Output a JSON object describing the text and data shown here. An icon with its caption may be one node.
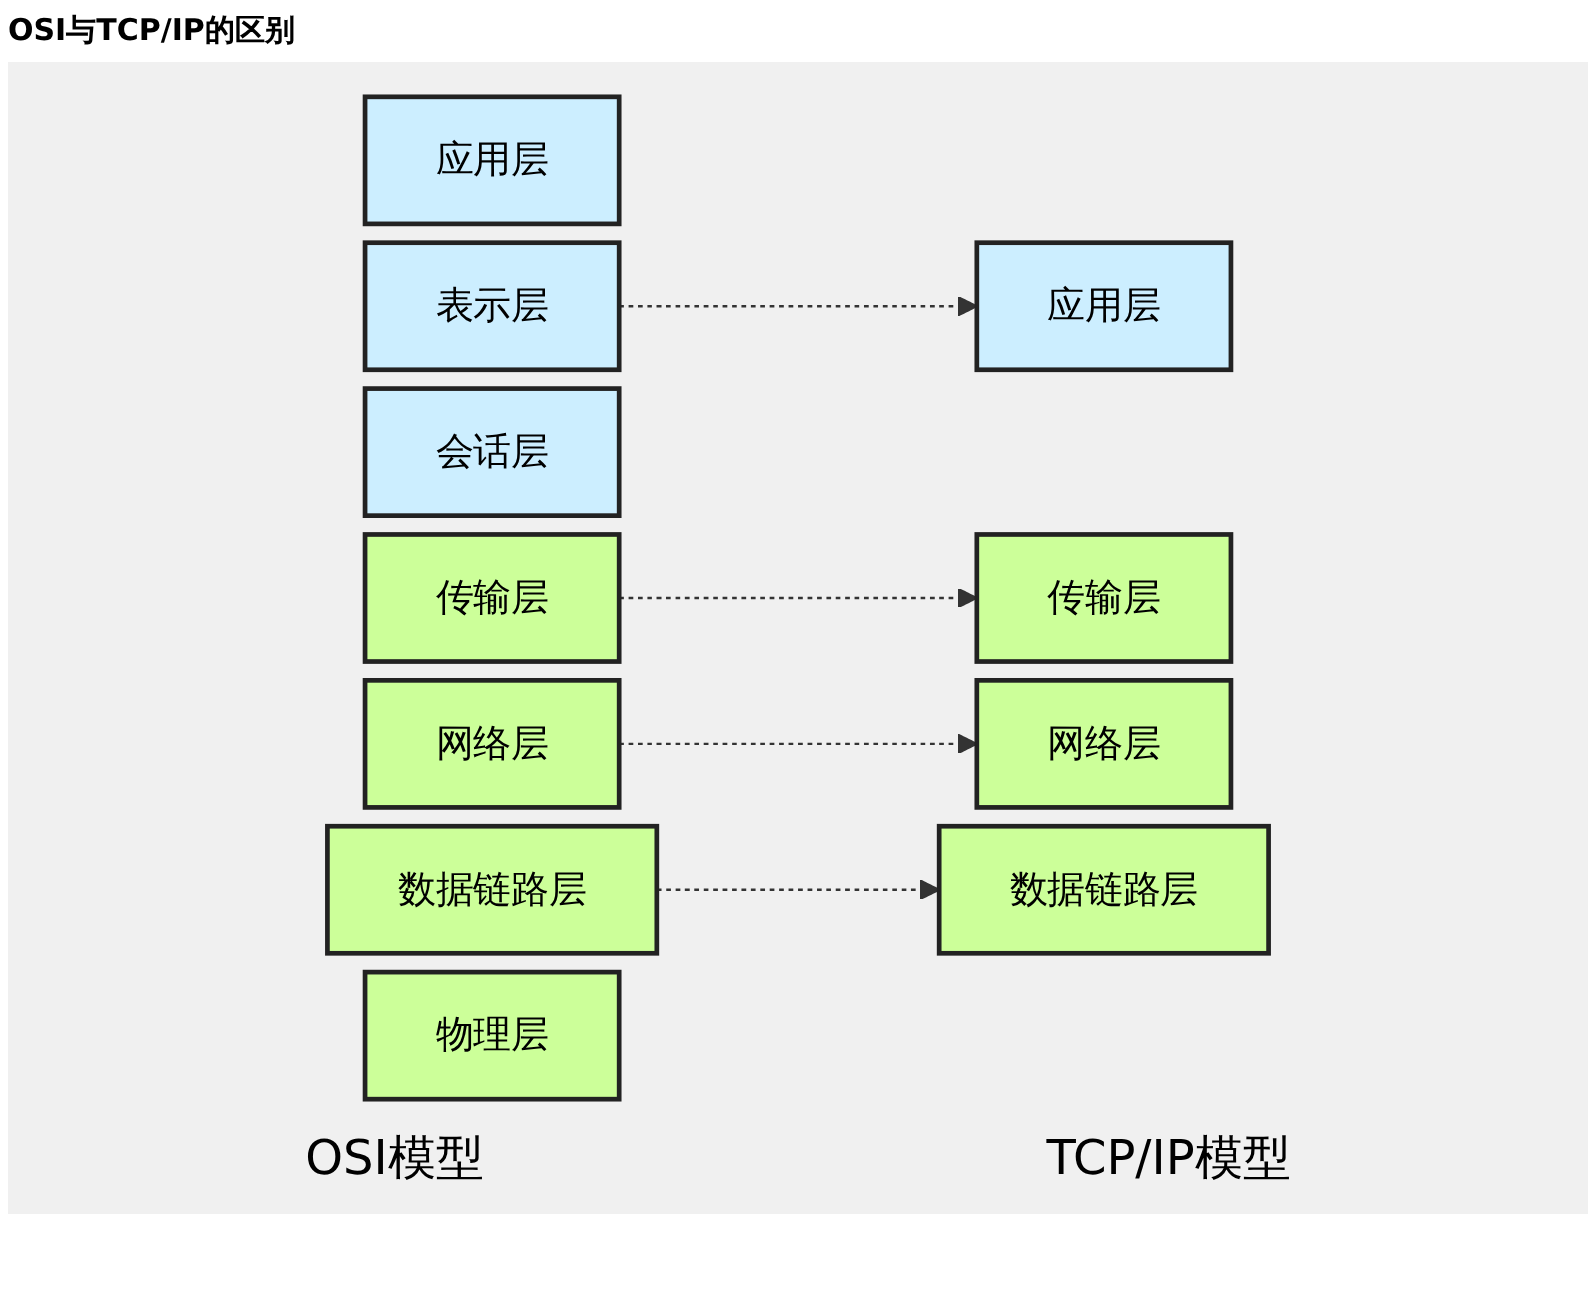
{
  "diagram": {
    "title": "OSI与TCP/IP的区别",
    "nodes": [
      {
        "text": [
          "应用层"
        ]
      },
      {
        "text": [
          "表示层"
        ]
      },
      {
        "text": [
          "会话层"
        ]
      },
      {
        "text": [
          "传输层"
        ]
      },
      {
        "text": [
          "网络层"
        ]
      },
      {
        "text": [
          "数据链路层"
        ]
      },
      {
        "text": [
          "物理层"
        ]
      },
      {
        "text": [
          "应用层"
        ]
      },
      {
        "text": [
          "传输层"
        ]
      },
      {
        "text": [
          "网络层"
        ]
      },
      {
        "text": [
          "数据链路层"
        ]
      }
    ],
    "edges": [
      {
        "from": 1,
        "to": 7,
        "arrow": "to",
        "style": "dashed"
      },
      {
        "from": 3,
        "to": 8,
        "arrow": "to",
        "style": "dashed"
      },
      {
        "from": 4,
        "to": 9,
        "arrow": "to",
        "style": "dashed"
      },
      {
        "from": 5,
        "to": 10,
        "arrow": "to",
        "style": "dashed"
      }
    ],
    "labels": [
      "OSI模型",
      "TCP/IP模型"
    ]
  }
}
